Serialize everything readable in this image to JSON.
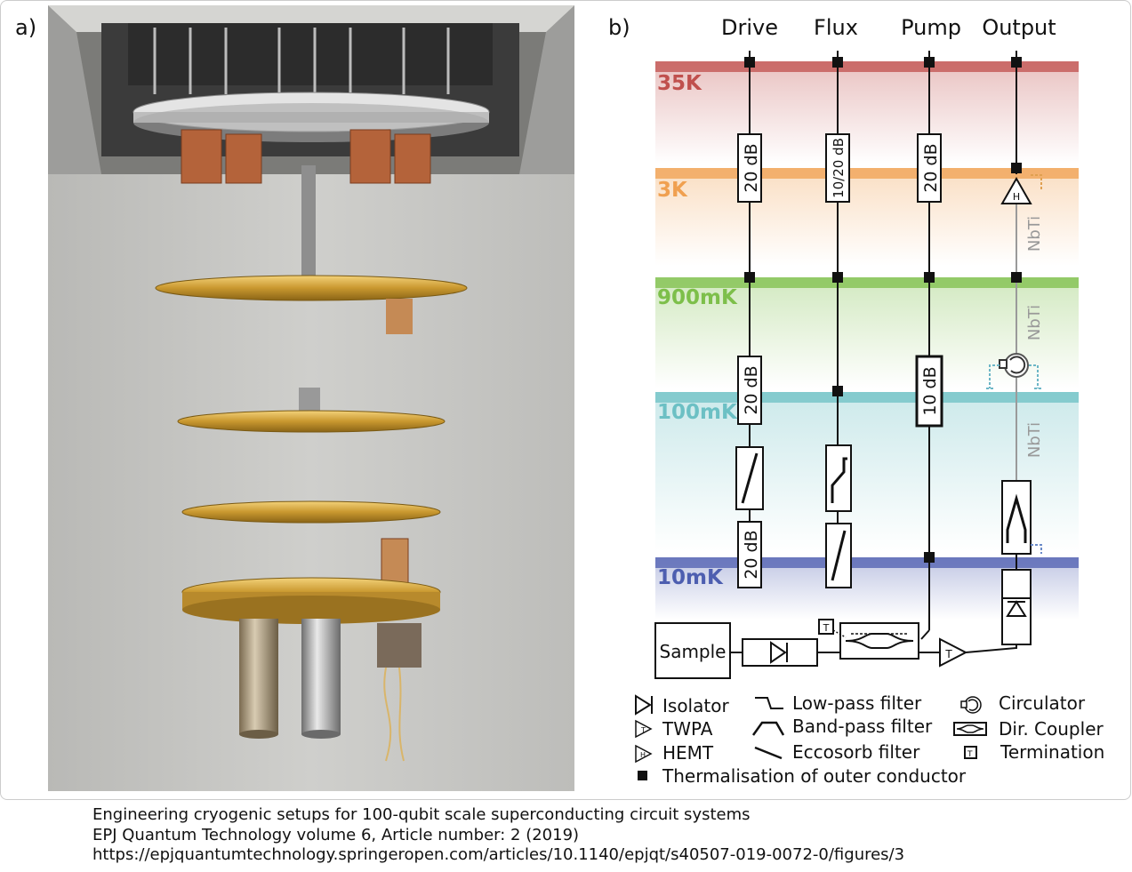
{
  "panels": {
    "a_label": "a)",
    "b_label": "b)"
  },
  "diagram": {
    "lines": [
      "Drive",
      "Flux",
      "Pump",
      "Output"
    ],
    "stages": [
      {
        "name": "35K",
        "color": "#c0504d"
      },
      {
        "name": "3K",
        "color": "#f0a050"
      },
      {
        "name": "900mK",
        "color": "#7dbf4a"
      },
      {
        "name": "100mK",
        "color": "#6cc0c4"
      },
      {
        "name": "10mK",
        "color": "#4d5eb0"
      }
    ],
    "attenuators": {
      "drive_3k": "20 dB",
      "drive_100mk": "20 dB",
      "drive_10mk": "20 dB",
      "flux_3k": "10/20 dB",
      "pump_3k": "20 dB",
      "pump_100mk": "10 dB"
    },
    "cable_labels": [
      "NbTi",
      "NbTi",
      "NbTi"
    ],
    "sample_label": "Sample",
    "amp_labels": {
      "hemt": "H",
      "twpa": "T",
      "termination": "T"
    },
    "legend": {
      "isolator": "Isolator",
      "twpa": "TWPA",
      "hemt": "HEMT",
      "lowpass": "Low-pass filter",
      "bandpass": "Band-pass filter",
      "eccosorb": "Eccosorb filter",
      "circulator": "Circulator",
      "coupler": "Dir. Coupler",
      "termination": "Termination",
      "thermalisation": "Thermalisation of outer conductor"
    }
  },
  "caption": {
    "line1": "Engineering cryogenic setups for 100-qubit scale superconducting circuit systems",
    "line2": "EPJ Quantum Technology volume 6, Article number: 2 (2019)",
    "line3": "https://epjquantumtechnology.springeropen.com/articles/10.1140/epjqt/s40507-019-0072-0/figures/3"
  }
}
